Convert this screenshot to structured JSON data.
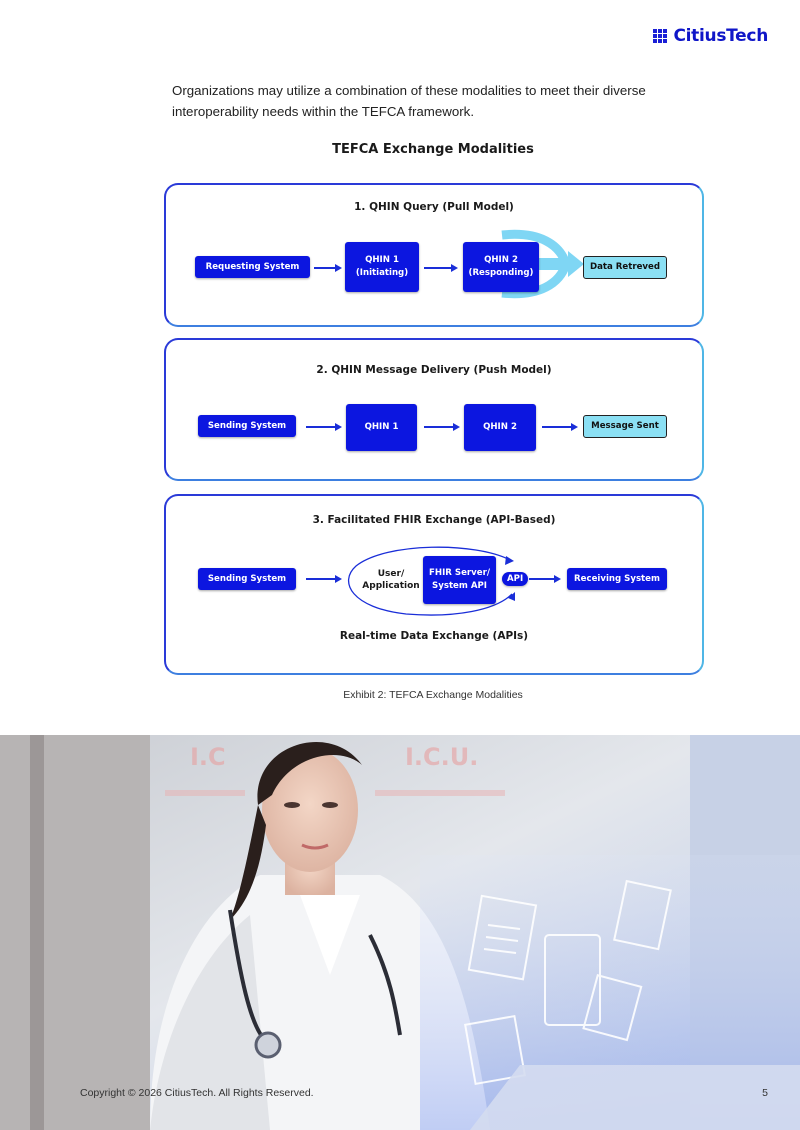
{
  "header": {
    "brand_name": "CitiusTech",
    "brand_color": "#0f16c8",
    "logo_icon": "grid-squares-icon"
  },
  "intro_text": "Organizations may utilize a combination of these modalities to meet their diverse interoperability needs within the TEFCA framework.",
  "diagram": {
    "title": "TEFCA Exchange Modalities",
    "panels": [
      {
        "title": "1. QHIN Query (Pull Model)",
        "nodes": {
          "requesting": "Requesting System",
          "qhin1_name": "QHIN 1",
          "qhin1_role": "(Initiating)",
          "qhin2_name": "QHIN 2",
          "qhin2_role": "(Responding)",
          "result": "Data Retreved"
        }
      },
      {
        "title": "2. QHIN Message Delivery (Push Model)",
        "nodes": {
          "sending": "Sending System",
          "qhin1": "QHIN 1",
          "qhin2": "QHIN 2",
          "result": "Message Sent"
        }
      },
      {
        "title": "3. Facilitated FHIR Exchange (API-Based)",
        "nodes": {
          "sending": "Sending System",
          "user_app_line1": "User/",
          "user_app_line2": "Application",
          "fhir_line1": "FHIR Server/",
          "fhir_line2": "System API",
          "api": "API",
          "receiving": "Receiving System"
        },
        "footnote": "Real-time Data Exchange (APIs)"
      }
    ],
    "colors": {
      "node_blue": "#0c16e0",
      "node_light": "#8be0f4",
      "border_blue": "#2a3ad8",
      "border_cyan": "#4fb6e6"
    }
  },
  "caption": "Exhibit 2: TEFCA Exchange Modalities",
  "footer": {
    "copyright": "Copyright © 2026 CitiusTech. All Rights Reserved.",
    "page_number": "5"
  }
}
